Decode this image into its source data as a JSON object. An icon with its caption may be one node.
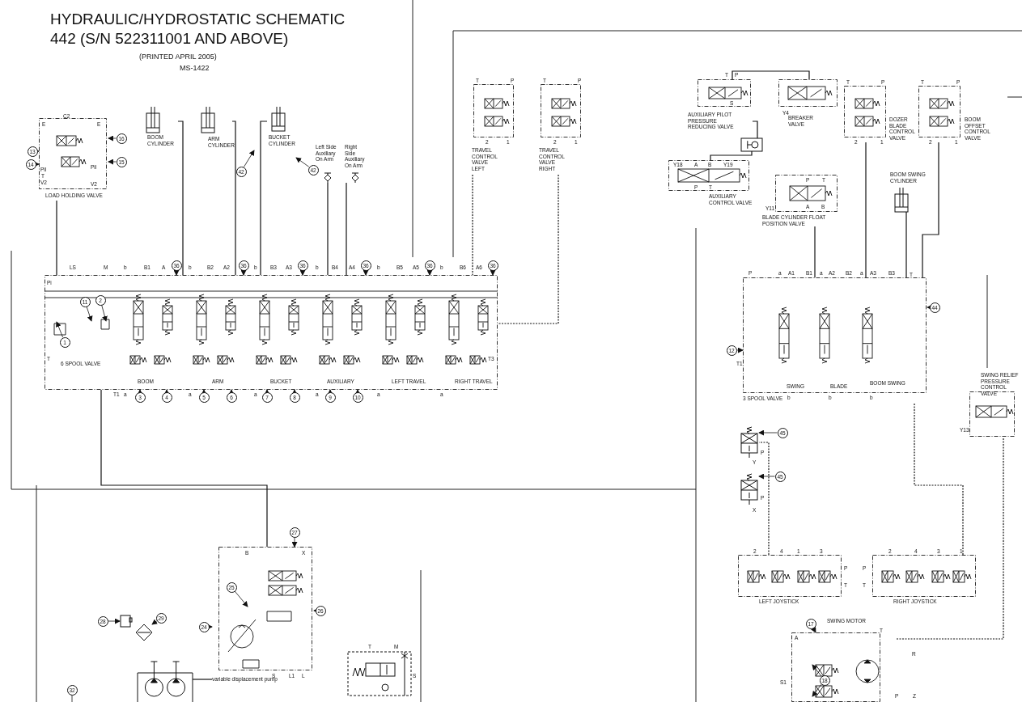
{
  "diagram": {
    "title": "HYDRAULIC/HYDROSTATIC SCHEMATIC 442 (S/N 522311001 AND ABOVE)",
    "nodes": [
      {
        "text": [
          "LOAD HOLDING VALVE"
        ]
      },
      {
        "text": [
          "BOOM CYLINDER"
        ]
      },
      {
        "text": [
          "ARM CYLINDER"
        ]
      },
      {
        "text": [
          "BUCKET CYLINDER"
        ]
      },
      {
        "text": [
          "Left Side Auxiliary On Arm"
        ]
      },
      {
        "text": [
          "Right Side Auxiliary On Arm"
        ]
      },
      {
        "text": [
          "6 SPOOL VALVE"
        ]
      },
      {
        "text": [
          "TRAVEL CONTROL VALVE LEFT"
        ]
      },
      {
        "text": [
          "TRAVEL CONTROL VALVE RIGHT"
        ]
      },
      {
        "text": [
          "AUXILIARY PILOT PRESSURE REDUCING VALVE"
        ]
      },
      {
        "text": [
          "BREAKER VALVE"
        ]
      },
      {
        "text": [
          "DOZER BLADE CONTROL VALVE"
        ]
      },
      {
        "text": [
          "BOOM OFFSET CONTROL VALVE"
        ]
      },
      {
        "text": [],
        "shape": "box"
      },
      {
        "text": [
          "AUXILIARY CONTROL VALVE"
        ]
      },
      {
        "text": [
          "BLADE CYLINDER FLOAT POSITION VALVE"
        ]
      },
      {
        "text": [
          "BOOM SWING CYLINDER"
        ]
      },
      {
        "text": [
          "3 SPOOL VALVE"
        ]
      },
      {
        "text": [
          "SWING RELIEF PRESSURE CONTROL VALVE"
        ]
      },
      {
        "text": [],
        "shape": "box"
      },
      {
        "text": [],
        "shape": "box"
      },
      {
        "text": [
          "LEFT JOYSTICK"
        ]
      },
      {
        "text": [
          "RIGHT JOYSTICK"
        ]
      },
      {
        "text": [
          "variable displacement pump"
        ]
      },
      {
        "text": [
          "SWING MOTOR"
        ]
      },
      {
        "text": [],
        "shape": "box"
      },
      {
        "text": [],
        "shape": "diamond"
      },
      {
        "text": [],
        "shape": "circle"
      },
      {
        "text": [],
        "shape": "box"
      },
      {
        "text": [
          "16"
        ]
      },
      {
        "text": [
          "13"
        ]
      },
      {
        "text": [
          "14"
        ]
      },
      {
        "text": [
          "15"
        ]
      },
      {
        "text": [
          "42"
        ]
      },
      {
        "text": [
          "42"
        ]
      },
      {
        "text": [
          "36"
        ]
      },
      {
        "text": [
          "36"
        ]
      },
      {
        "text": [
          "36"
        ]
      },
      {
        "text": [
          "36"
        ]
      },
      {
        "text": [
          "36"
        ]
      },
      {
        "text": [
          "36"
        ]
      },
      {
        "text": [
          "11"
        ],
        "in": 6
      },
      {
        "text": [
          "2"
        ],
        "in": 6
      },
      {
        "text": [
          "1"
        ],
        "in": 6
      },
      {
        "text": [
          "3"
        ]
      },
      {
        "text": [
          "4"
        ]
      },
      {
        "text": [
          "5"
        ]
      },
      {
        "text": [
          "6"
        ]
      },
      {
        "text": [
          "7"
        ]
      },
      {
        "text": [
          "8"
        ]
      },
      {
        "text": [
          "9"
        ]
      },
      {
        "text": [
          "10"
        ]
      },
      {
        "text": [
          "44"
        ]
      },
      {
        "text": [
          "12"
        ]
      },
      {
        "text": [
          "45"
        ]
      },
      {
        "text": [
          "45"
        ]
      },
      {
        "text": [
          "27"
        ]
      },
      {
        "text": [
          "25"
        ],
        "in": 23
      },
      {
        "text": [
          "24"
        ]
      },
      {
        "text": [
          "26"
        ]
      },
      {
        "text": [
          "28"
        ]
      },
      {
        "text": [
          "29"
        ]
      },
      {
        "text": [
          "32"
        ]
      },
      {
        "text": [
          "17"
        ]
      },
      {
        "text": [
          "18"
        ],
        "in": 24
      }
    ],
    "edges": [
      {
        "from": 29,
        "to": 0,
        "arrow": "to"
      },
      {
        "from": 30,
        "to": 0,
        "arrow": "to"
      },
      {
        "from": 31,
        "to": 0,
        "arrow": "to"
      },
      {
        "from": 32,
        "to": 0,
        "arrow": "to"
      },
      {
        "from": 33,
        "to": null,
        "arrow": "to"
      },
      {
        "from": 34,
        "to": null,
        "arrow": "to"
      },
      {
        "from": 35,
        "to": 6,
        "arrow": "to"
      },
      {
        "from": 36,
        "to": 6,
        "arrow": "to"
      },
      {
        "from": 37,
        "to": 6,
        "arrow": "to"
      },
      {
        "from": 38,
        "to": 6,
        "arrow": "to"
      },
      {
        "from": 39,
        "to": 6,
        "arrow": "to"
      },
      {
        "from": 40,
        "to": 6,
        "arrow": "to"
      },
      {
        "from": 41,
        "to": null,
        "arrow": "to"
      },
      {
        "from": 42,
        "to": null,
        "arrow": "to"
      },
      {
        "from": 43,
        "to": null,
        "arrow": "to"
      },
      {
        "from": 44,
        "to": 6,
        "arrow": "to"
      },
      {
        "from": 45,
        "to": 6,
        "arrow": "to"
      },
      {
        "from": 46,
        "to": 6,
        "arrow": "to"
      },
      {
        "from": 47,
        "to": 6,
        "arrow": "to"
      },
      {
        "from": 48,
        "to": 6,
        "arrow": "to"
      },
      {
        "from": 49,
        "to": 6,
        "arrow": "to"
      },
      {
        "from": 50,
        "to": 6,
        "arrow": "to"
      },
      {
        "from": 51,
        "to": 6,
        "arrow": "to"
      },
      {
        "from": 52,
        "to": 17,
        "arrow": "to"
      },
      {
        "from": 53,
        "to": 17,
        "arrow": "to"
      },
      {
        "from": 54,
        "to": 19,
        "arrow": "to"
      },
      {
        "from": 55,
        "to": 20,
        "arrow": "to"
      },
      {
        "from": 56,
        "to": 23,
        "arrow": "to"
      },
      {
        "from": 57,
        "to": null,
        "arrow": "to"
      },
      {
        "from": 58,
        "to": 23,
        "arrow": "to"
      },
      {
        "from": 59,
        "to": 23,
        "arrow": "to"
      },
      {
        "from": 60,
        "to": 25,
        "arrow": "to"
      },
      {
        "from": 61,
        "to": 26,
        "arrow": "to"
      },
      {
        "from": 62,
        "to": null,
        "arrow": "none"
      },
      {
        "from": 63,
        "to": 24,
        "arrow": "to"
      },
      {
        "from": 64,
        "to": null,
        "arrow": "to"
      },
      {
        "from": 64,
        "to": null,
        "arrow": "to"
      },
      {
        "from": 1,
        "to": 6,
        "arrow": "none"
      },
      {
        "from": 2,
        "to": 6,
        "arrow": "none"
      },
      {
        "from": 3,
        "to": 6,
        "arrow": "none"
      },
      {
        "from": 4,
        "to": 6,
        "arrow": "none"
      },
      {
        "from": 5,
        "to": 6,
        "arrow": "none"
      },
      {
        "from": 7,
        "to": 6,
        "arrow": "none",
        "style": "dashed"
      },
      {
        "from": 8,
        "to": 6,
        "arrow": "none",
        "style": "dashed"
      },
      {
        "from": 9,
        "to": 13,
        "arrow": "none"
      },
      {
        "from": 13,
        "to": 14,
        "arrow": "none"
      },
      {
        "from": 10,
        "to": 9,
        "arrow": "none"
      },
      {
        "from": 11,
        "to": 17,
        "arrow": "none"
      },
      {
        "from": 12,
        "to": 17,
        "arrow": "none"
      },
      {
        "from": 15,
        "to": 17,
        "arrow": "none"
      },
      {
        "from": 16,
        "to": 17,
        "arrow": "none"
      },
      {
        "from": 23,
        "to": 6,
        "arrow": "none"
      },
      {
        "from": 0,
        "to": 6,
        "arrow": "none"
      },
      {
        "from": 21,
        "to": 19,
        "arrow": "none",
        "style": "dashed"
      },
      {
        "from": 22,
        "to": 17,
        "arrow": "none",
        "style": "dashed"
      },
      {
        "from": 18,
        "to": 24,
        "arrow": "none",
        "style": "dashed"
      },
      {
        "from": 27,
        "to": 23,
        "arrow": "none"
      }
    ],
    "labels": [
      "(PRINTED APRIL 2005)",
      "MS-1422",
      "C2",
      "E",
      "E",
      "Pil",
      "T",
      "V2",
      "Pil",
      "V2",
      "LS",
      "M",
      "b",
      "B1",
      "A",
      "b",
      "B2",
      "A2",
      "b",
      "B3",
      "A3",
      "b",
      "B4",
      "A4",
      "b",
      "B5",
      "A5",
      "b",
      "B6",
      "A6",
      "Pi",
      "T",
      "BOOM",
      "ARM",
      "BUCKET",
      "AUXILIARY",
      "LEFT TRAVEL",
      "RIGHT TRAVEL",
      "T3",
      "T1",
      "a",
      "a",
      "a",
      "a",
      "a",
      "a",
      "T",
      "P",
      "2",
      "1",
      "T",
      "P",
      "2",
      "1",
      "T",
      "P",
      "S",
      "Y4",
      "T",
      "P",
      "2",
      "1",
      "T",
      "P",
      "2",
      "1",
      "Y18",
      "A",
      "B",
      "Y19",
      "P",
      "T",
      "Y11",
      "P",
      "T",
      "A",
      "B",
      "P",
      "a",
      "A1",
      "B1",
      "a",
      "A2",
      "B2",
      "a",
      "A3",
      "B3",
      "T",
      "T1",
      "SWING",
      "BLADE",
      "BOOM SWING",
      "b",
      "b",
      "b",
      "Y13",
      "P",
      "Y",
      "P",
      "X",
      "2",
      "4",
      "1",
      "3",
      "P",
      "T",
      "P",
      "T",
      "2",
      "4",
      "3",
      "1",
      "T",
      "A",
      "R",
      "S1",
      "P",
      "Z",
      "B",
      "X",
      "S",
      "L1",
      "L",
      "T",
      "M",
      "S"
    ]
  }
}
